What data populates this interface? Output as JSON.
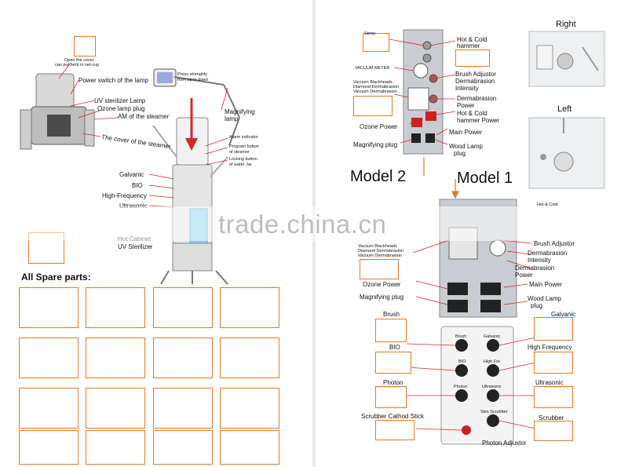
{
  "left_page": {
    "callouts": {
      "open_cover": "Open the cover",
      "put_herb": "can put herb in net-cup",
      "power_switch": "Power switch of the lamp",
      "press_strongly_1": "Press strenghly",
      "press_strongly_2": "from up to down",
      "uv_lamp": "UV sterilizer Lamp",
      "ozone_plug": "Ozone lamp plug",
      "am_steamer": "AM  of the steamer",
      "magnifying_lamp_1": "Magnifying",
      "magnifying_lamp_2": "lamp",
      "cover_steamer": "The cover of the steamer",
      "alarm": "Alarm indicator",
      "program_1": "Program button",
      "program_2": "of steamer",
      "locking_1": "Locking button",
      "locking_2": "of water Jar",
      "galvanic": "Galvanic",
      "bio": "BIO",
      "high_freq": "High-Frequency",
      "ultrasonic": "Ultrasonic",
      "hot_cabinet": "Hot Cabinet",
      "uv_sterilizer": "UV Sterilizer"
    },
    "spare_parts_title": "All Spare parts:"
  },
  "right_page": {
    "model2_label": "Model 2",
    "model1_label": "Model 1",
    "right_label": "Right",
    "left_label": "Left",
    "m2": {
      "spray": "Spray",
      "hot_cold_1": "Hot & Cold",
      "hot_cold_2": "hammer",
      "vacuum_meter": "VACUUM METER",
      "brush_adj": "Brush Adjustor",
      "derma_int_1": "Dermabrasion",
      "derma_int_2": "Intensity",
      "vac_1": "Vacuum Blackheads",
      "vac_2": "Diamond Dermabrasion",
      "vac_3": "Vacuum Dermabrasion",
      "derma_pow_1": "Dermabrasion",
      "derma_pow_2": "Power",
      "hot_cold_pow_1": "Hot & Cold",
      "hot_cold_pow_2": "hammer  Power",
      "ozone_power": "Ozone Power",
      "main_power": "Main Power",
      "magnifying_plug": "Magnifying plug",
      "wood_lamp_1": "Wood Lamp",
      "wood_lamp_2": "plug"
    },
    "m1": {
      "hot_cold": "Hot & Cold",
      "brush_adj": "Brush Adjustor",
      "vac_1": "Vacuum Blackheads",
      "vac_2": "Diamond Dermabrasion",
      "vac_3": "Vacuum Dermabrasion",
      "derma_int_1": "Dermabrasion",
      "derma_int_2": "Intensity",
      "derma_pow_1": "Dermabrasion",
      "derma_pow_2": "Power",
      "ozone_power": "Ozone Power",
      "main_power": "Main Power",
      "magnifying_plug": "Magnifying plug",
      "wood_lamp_1": "Wood Lamp",
      "wood_lamp_2": "plug"
    },
    "panel": {
      "brush": "Brush",
      "galvanic": "Galvanic",
      "bio": "BIO",
      "high_freq": "High Frequency",
      "photon": "Photon",
      "ultrasonic": "Ultrasonic",
      "scrubber_cathod": "Scrubber Cathod Stick",
      "scrubber": "Scrubber",
      "photon_adj": "Photon Adjustor",
      "knob_brush": "Brush",
      "knob_galvanic": "Galvanic",
      "knob_bio": "BIO",
      "knob_highfre": "High Fre",
      "knob_photon": "Photon",
      "knob_ultrasonic": "Ultrasonic",
      "knob_skin": "Skin Scrubber"
    }
  },
  "watermark": "trade.china.cn",
  "colors": {
    "accent": "#e07a2a",
    "arrow": "#d62828"
  }
}
